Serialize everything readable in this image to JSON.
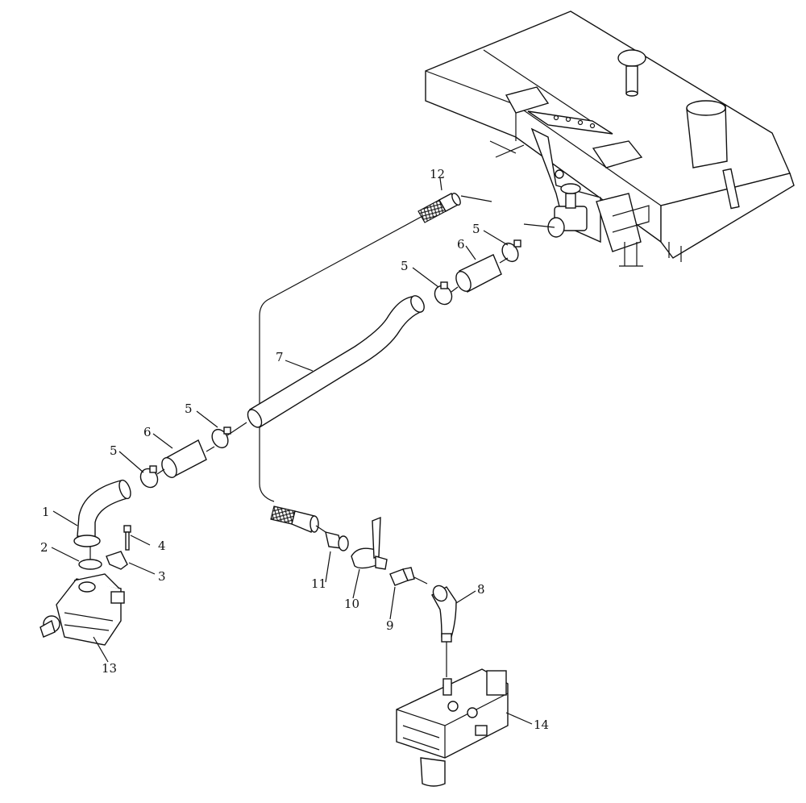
{
  "callouts": {
    "c1": "1",
    "c2": "2",
    "c3": "3",
    "c4": "4",
    "c5a": "5",
    "c5b": "5",
    "c5c": "5",
    "c5d": "5",
    "c6a": "6",
    "c6b": "6",
    "c7": "7",
    "c8": "8",
    "c9": "9",
    "c10": "10",
    "c11": "11",
    "c12": "12",
    "c13": "13",
    "c14": "14"
  }
}
